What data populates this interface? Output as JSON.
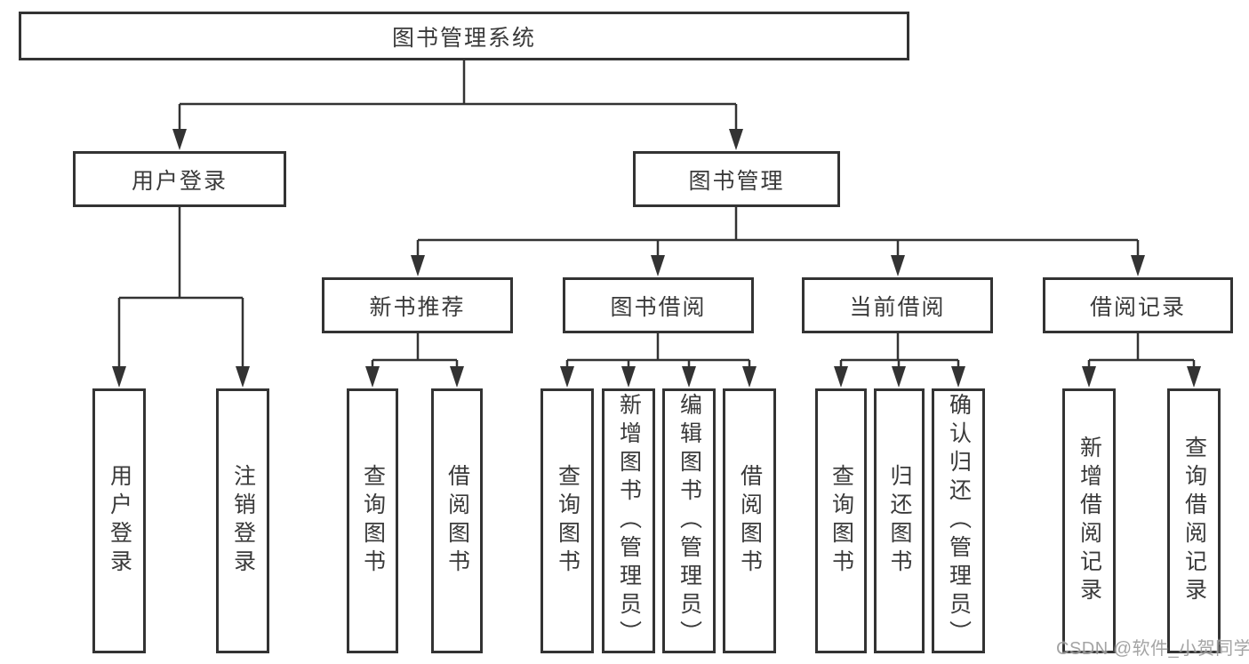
{
  "colors": {
    "background": "#ffffff",
    "line": "#333333",
    "box_border": "#333333",
    "text": "#3a3a3a",
    "watermark": "#9b9b9b"
  },
  "watermark": "CSDN @软件_小贺同学",
  "tree": {
    "root": "图书管理系统",
    "branches": [
      {
        "label": "用户登录",
        "children": [
          "用户登录",
          "注销登录"
        ]
      },
      {
        "label": "图书管理",
        "sections": [
          {
            "label": "新书推荐",
            "children": [
              "查询图书",
              "借阅图书"
            ]
          },
          {
            "label": "图书借阅",
            "children": [
              "查询图书",
              "新增图书（管理员）",
              "编辑图书（管理员）",
              "借阅图书"
            ]
          },
          {
            "label": "当前借阅",
            "children": [
              "查询图书",
              "归还图书",
              "确认归还（管理员）"
            ]
          },
          {
            "label": "借阅记录",
            "children": [
              "新增借阅记录",
              "查询借阅记录"
            ]
          }
        ]
      }
    ]
  }
}
